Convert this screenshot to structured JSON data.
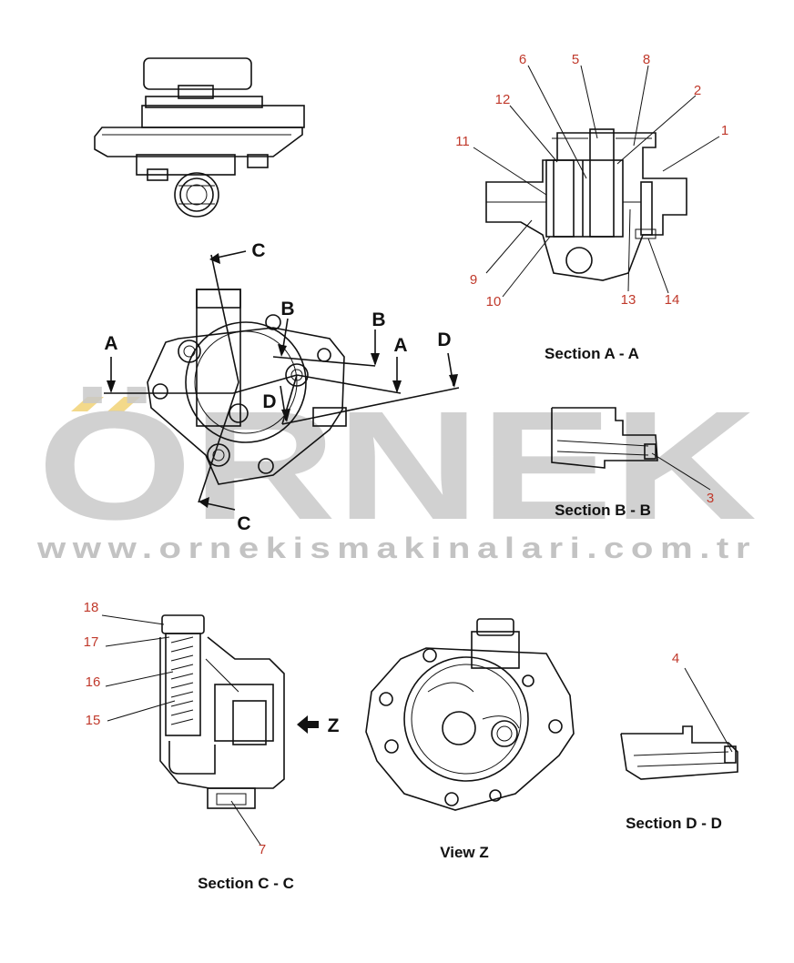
{
  "watermark": {
    "text": "ÖRNEK",
    "url": "www.ornekismakinalari.com.tr",
    "text_color": "#c9c9c9",
    "accent_color": "#f3d98a"
  },
  "callouts": {
    "c1": "1",
    "c2": "2",
    "c3": "3",
    "c4": "4",
    "c5": "5",
    "c6": "6",
    "c7": "7",
    "c8": "8",
    "c9": "9",
    "c10": "10",
    "c11": "11",
    "c12": "12",
    "c13": "13",
    "c14": "14",
    "c15": "15",
    "c16": "16",
    "c17": "17",
    "c18": "18"
  },
  "cut_letters": {
    "a_left": "A",
    "a_right": "A",
    "b_top": "B",
    "b_right": "B",
    "c_top": "C",
    "c_bottom": "C",
    "d_right": "D",
    "d_left": "D",
    "view_arrow": "Z"
  },
  "section_titles": {
    "aa": "Section A - A",
    "bb": "Section B - B",
    "cc": "Section C - C",
    "dd": "Section D - D",
    "z": "View Z"
  },
  "colors": {
    "callout": "#c0392b",
    "line": "#111111"
  }
}
